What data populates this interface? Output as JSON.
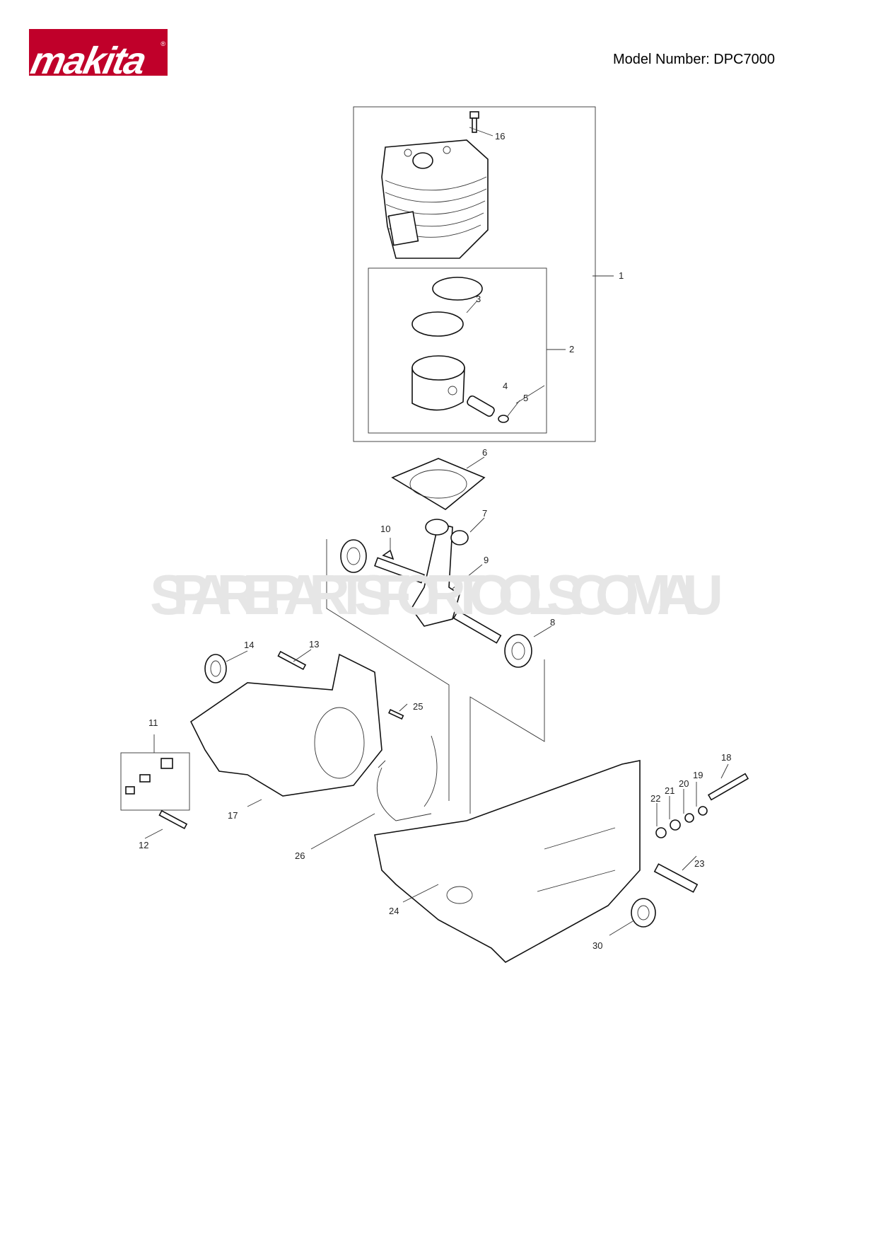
{
  "header": {
    "logo_text": "makita",
    "model_label": "Model Number: DPC7000"
  },
  "watermark": "SPAREPARTSFORTOOLS.COM.AU",
  "diagram": {
    "callouts": {
      "c1": "1",
      "c2": "2",
      "c3": "3",
      "c4": "4",
      "c5": "5",
      "c6": "6",
      "c7": "7",
      "c8": "8",
      "c9": "9",
      "c10": "10",
      "c11": "11",
      "c12": "12",
      "c13": "13",
      "c14": "14",
      "c16": "16",
      "c17": "17",
      "c18": "18",
      "c19": "19",
      "c20": "20",
      "c21": "21",
      "c22": "22",
      "c23": "23",
      "c24": "24",
      "c25": "25",
      "c26": "26",
      "c30": "30"
    }
  }
}
